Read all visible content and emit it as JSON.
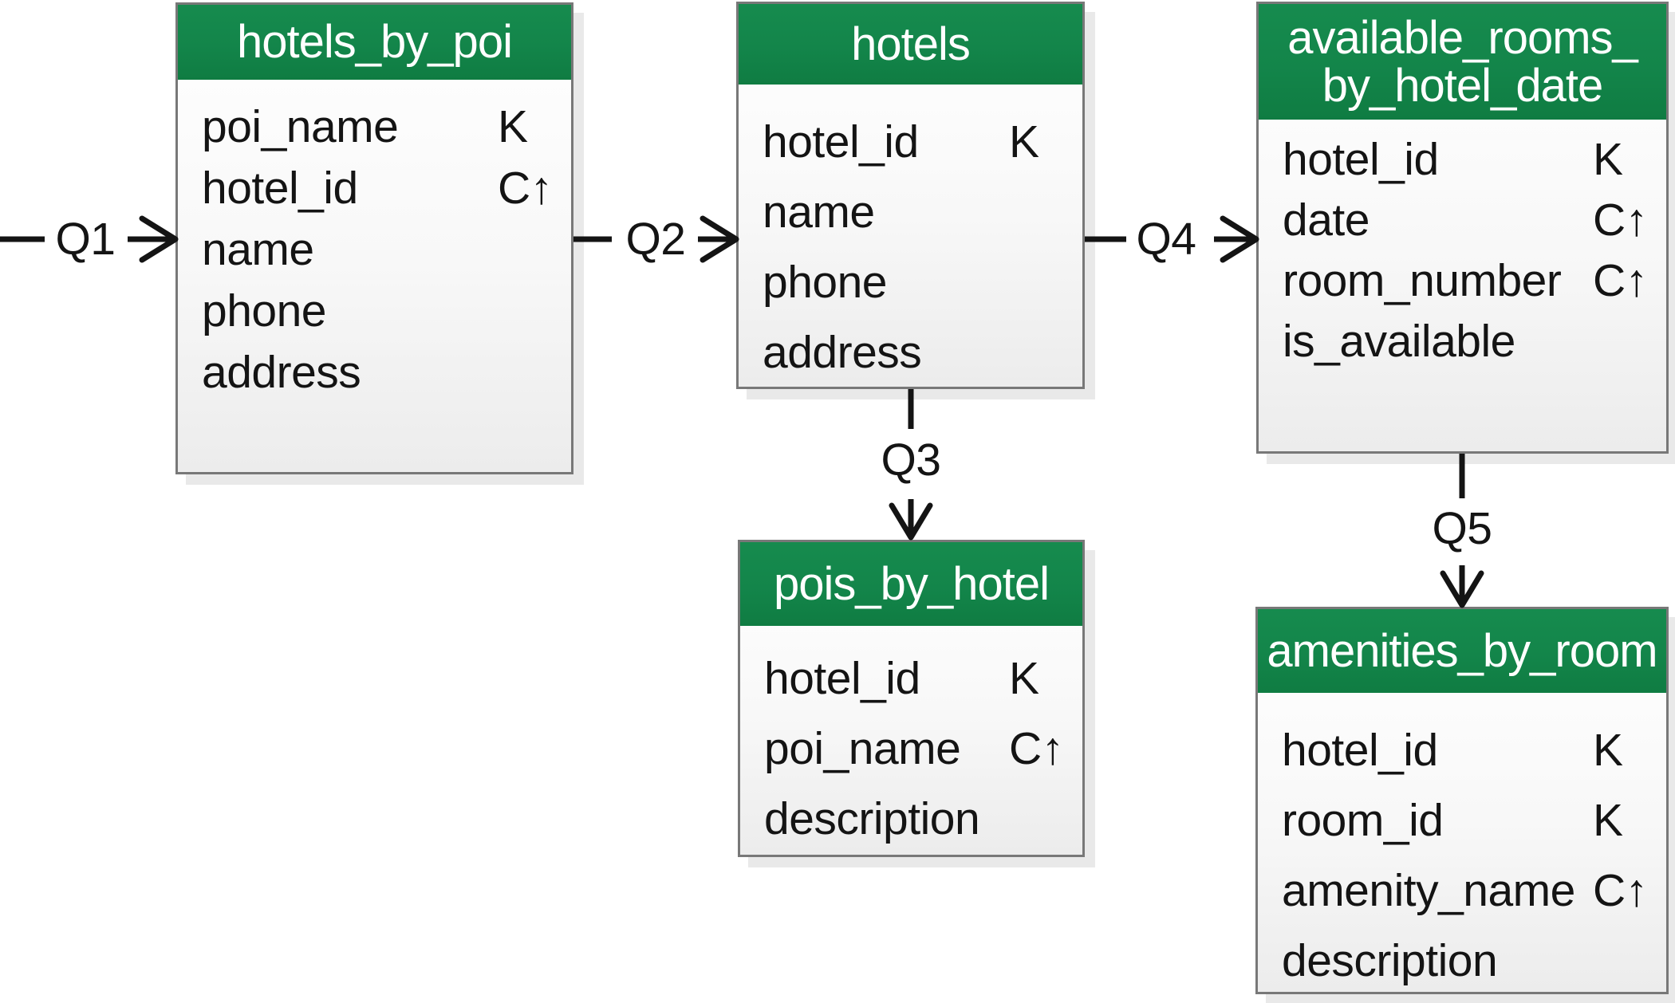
{
  "colors": {
    "header_green": "#13854A",
    "header_text": "#FFFFFF",
    "body_text": "#141414",
    "table_border": "#787878",
    "table_shadow": "#E9E9E9",
    "body_gradient_top": "#FFFFFF",
    "body_gradient_bottom": "#ECECEC",
    "arrow_color": "#141414"
  },
  "key_markers": {
    "partition_key": "K",
    "clustering_column_ascending": "C↑"
  },
  "tables": [
    {
      "title": "hotels_by_poi",
      "title_lines": [
        "hotels_by_poi"
      ],
      "rows": [
        {
          "name": "poi_name",
          "key": "K"
        },
        {
          "name": "hotel_id",
          "key": "C↑"
        },
        {
          "name": "name",
          "key": ""
        },
        {
          "name": "phone",
          "key": ""
        },
        {
          "name": "address",
          "key": ""
        }
      ]
    },
    {
      "title": "hotels",
      "title_lines": [
        "hotels"
      ],
      "rows": [
        {
          "name": "hotel_id",
          "key": "K"
        },
        {
          "name": "name",
          "key": ""
        },
        {
          "name": "phone",
          "key": ""
        },
        {
          "name": "address",
          "key": ""
        }
      ]
    },
    {
      "title": "available_rooms_by_hotel_date",
      "title_lines": [
        "available_rooms_",
        "by_hotel_date"
      ],
      "rows": [
        {
          "name": "hotel_id",
          "key": "K"
        },
        {
          "name": "date",
          "key": "C↑"
        },
        {
          "name": "room_number",
          "key": "C↑"
        },
        {
          "name": "is_available",
          "key": ""
        }
      ]
    },
    {
      "title": "pois_by_hotel",
      "title_lines": [
        "pois_by_hotel"
      ],
      "rows": [
        {
          "name": "hotel_id",
          "key": "K"
        },
        {
          "name": "poi_name",
          "key": "C↑"
        },
        {
          "name": "description",
          "key": ""
        }
      ]
    },
    {
      "title": "amenities_by_room",
      "title_lines": [
        "amenities_by_room"
      ],
      "rows": [
        {
          "name": "hotel_id",
          "key": "K"
        },
        {
          "name": "room_id",
          "key": "K"
        },
        {
          "name": "amenity_name",
          "key": "C↑"
        },
        {
          "name": "description",
          "key": ""
        }
      ]
    }
  ],
  "arrows": [
    {
      "label": "Q1"
    },
    {
      "label": "Q2"
    },
    {
      "label": "Q3"
    },
    {
      "label": "Q4"
    },
    {
      "label": "Q5"
    }
  ]
}
